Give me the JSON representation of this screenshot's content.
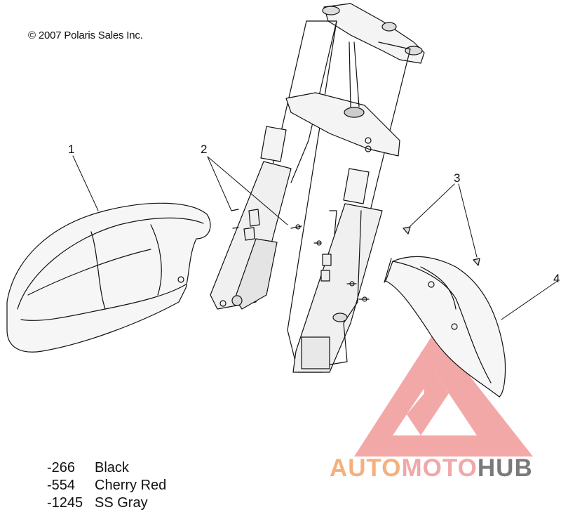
{
  "copyright": "© 2007 Polaris Sales Inc.",
  "callouts": [
    "1",
    "2",
    "3",
    "4"
  ],
  "colors": [
    {
      "code": "-266",
      "name": "Black"
    },
    {
      "code": "-554",
      "name": "Cherry Red"
    },
    {
      "code": "-1245",
      "name": "SS Gray"
    }
  ],
  "watermark": {
    "part1": "AUTO",
    "part2": "MOTO",
    "part3": "HUB",
    "color_primary": "#f5b07e",
    "color_secondary": "#f0a8a8",
    "color_hub": "#7a7a7a",
    "triangle_color": "#f2a0a0"
  }
}
